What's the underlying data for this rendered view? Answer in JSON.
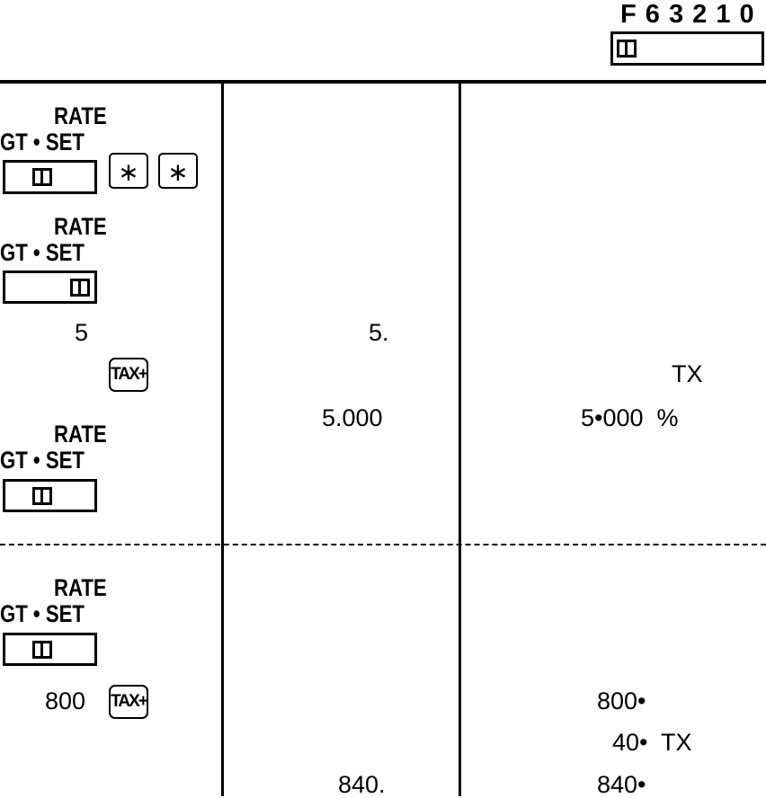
{
  "header": {
    "positions": "F 6 3 2 1 0"
  },
  "labels": {
    "rate": "RATE",
    "gt": "GT",
    "bullet": "•",
    "set": "SET"
  },
  "keys": {
    "asterisk": "∗",
    "tax_plus": "TAX+"
  },
  "rows": {
    "input_5": "5",
    "display_5": "5.",
    "print_tx1": "TX",
    "display_5000": "5.000",
    "print_5000": "5•000  %",
    "input_800": "800",
    "print_800": "800•",
    "print_40": "40•  TX",
    "display_840": "840.",
    "print_840": "840•"
  }
}
